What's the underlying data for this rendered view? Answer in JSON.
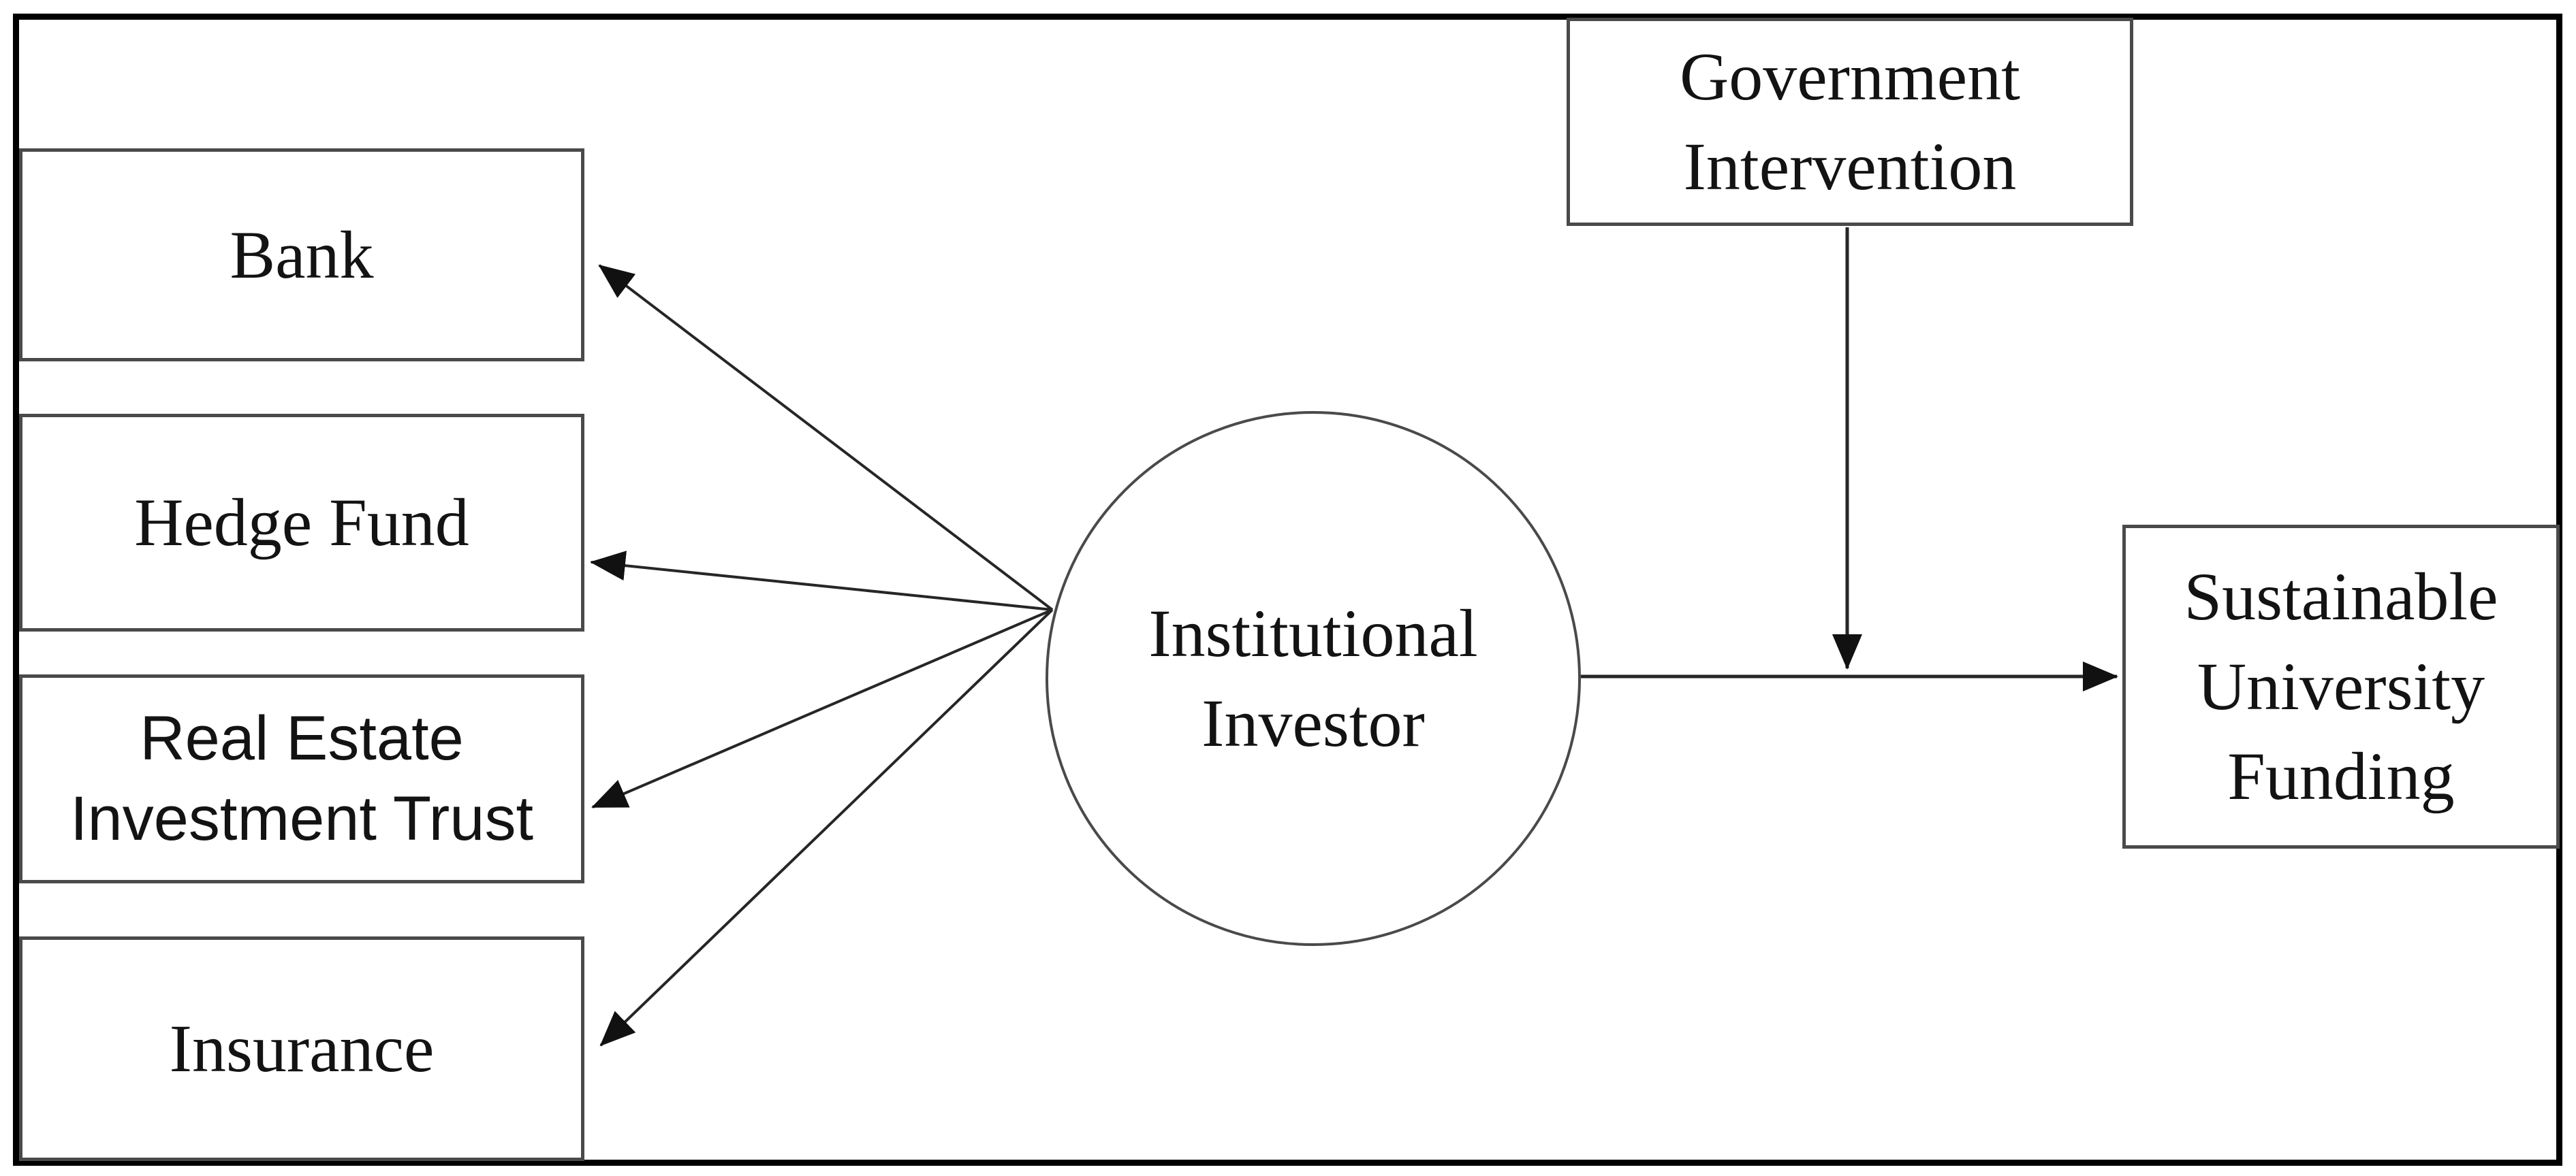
{
  "diagram": {
    "nodes": {
      "bank": {
        "lines": [
          "Bank"
        ]
      },
      "hedge_fund": {
        "lines": [
          "Hedge Fund"
        ]
      },
      "reit": {
        "lines": [
          "Real Estate",
          "Investment Trust"
        ]
      },
      "insurance": {
        "lines": [
          "Insurance"
        ]
      },
      "institutional_investor": {
        "lines": [
          "Institutional",
          "Investor"
        ]
      },
      "government_intervention": {
        "lines": [
          "Government",
          "Intervention"
        ]
      },
      "sustainable_university_funding": {
        "lines": [
          "Sustainable",
          "University",
          "Funding"
        ]
      }
    },
    "edges": [
      {
        "from": "institutional_investor",
        "to": "bank",
        "type": "arrow"
      },
      {
        "from": "institutional_investor",
        "to": "hedge_fund",
        "type": "arrow"
      },
      {
        "from": "institutional_investor",
        "to": "reit",
        "type": "arrow"
      },
      {
        "from": "institutional_investor",
        "to": "insurance",
        "type": "arrow"
      },
      {
        "from": "institutional_investor",
        "to": "sustainable_university_funding",
        "type": "arrow"
      },
      {
        "from": "government_intervention",
        "to": "institutional_investor->sustainable_university_funding",
        "type": "moderation-arrow"
      }
    ],
    "colors": {
      "background": "#ffffff",
      "frame_border": "#000000",
      "box_border": "#4a4a4a",
      "connector_line": "#262626",
      "arrowhead": "#111111",
      "text": "#131313"
    }
  }
}
